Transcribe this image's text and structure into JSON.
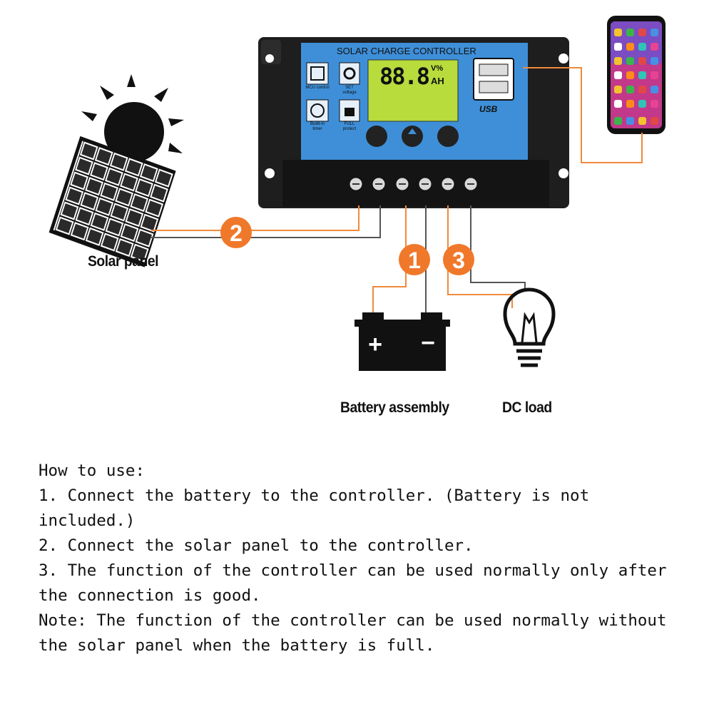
{
  "controller": {
    "title": "SOLAR CHARGE CONTROLLER",
    "display_digits": "88.8",
    "display_units_top": "V%",
    "display_units_bottom": "AH",
    "btn_mcu": "MCU control",
    "btn_set": "SET voltage",
    "btn_timer": "Build-in timer",
    "btn_full": "FULL protect",
    "usb_label": "USB"
  },
  "badges": [
    "1",
    "2",
    "3"
  ],
  "labels": {
    "solar_panel": "Solar panel",
    "battery": "Battery assembly",
    "dc_load": "DC load"
  },
  "battery_signs": {
    "plus": "+",
    "minus": "−"
  },
  "instructions": [
    "How to use:",
    "1. Connect the battery to the controller. (Battery is not included.)",
    "2. Connect the solar panel to the controller.",
    "3. The function of the controller can be used normally only after the connection is good.",
    "Note: The function of the controller can be used normally without the solar panel when the battery is full."
  ],
  "colors": {
    "wire_orange": "#f08a3c",
    "wire_gray": "#555555",
    "badge_orange": "#f0782a",
    "controller_blue": "#3e8fd8",
    "lcd_green": "#b7dc3c"
  }
}
